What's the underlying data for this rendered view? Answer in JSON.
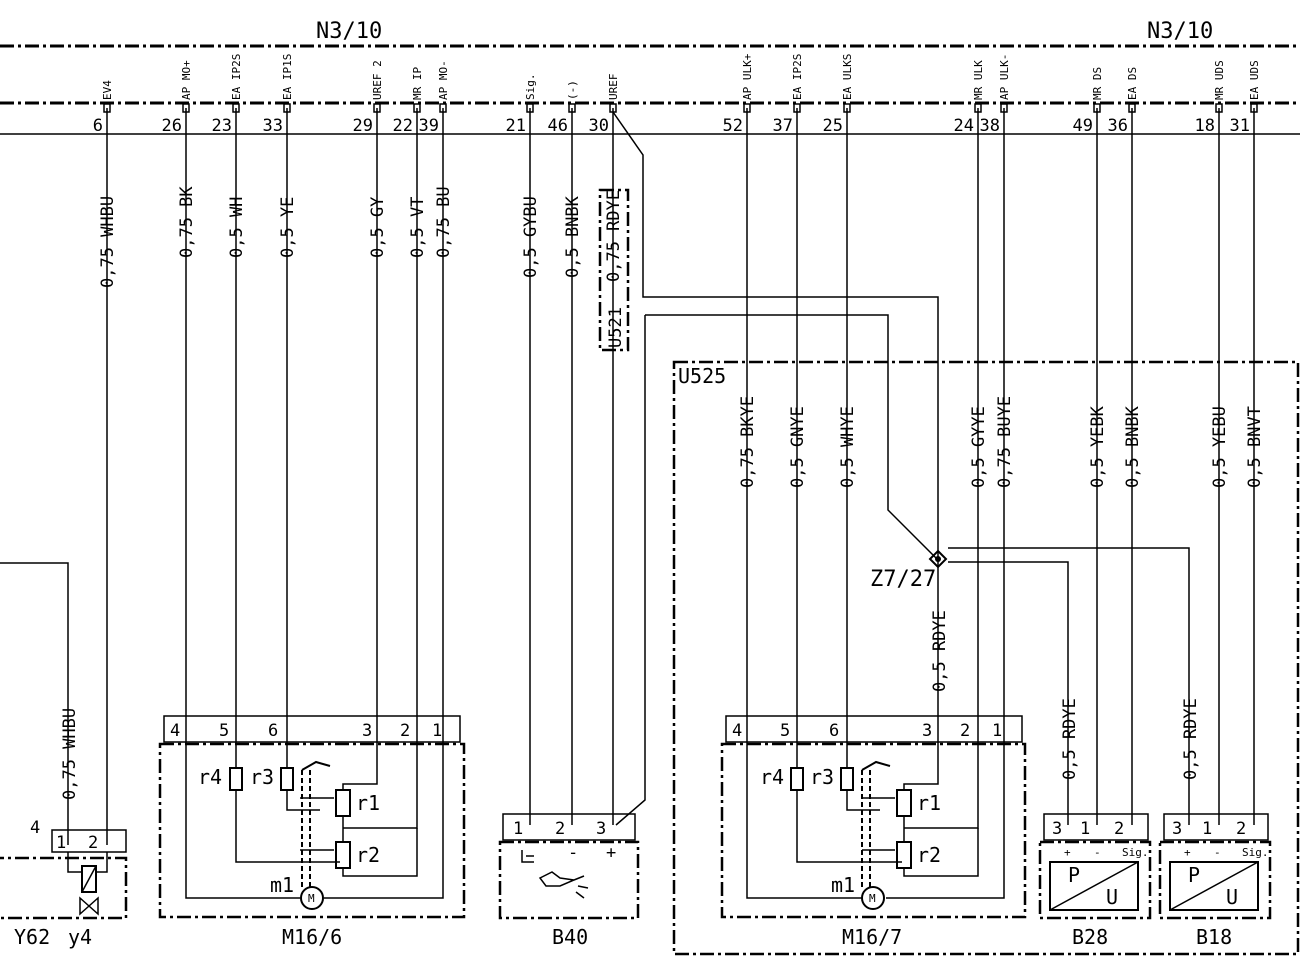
{
  "connectors": {
    "top_left_label": "N3/10",
    "top_right_label": "N3/10"
  },
  "pins": [
    {
      "num": "6",
      "signal": "EV4",
      "wire": "0,75 WHBU"
    },
    {
      "num": "26",
      "signal": "AP MO+",
      "wire": "0,75 BK"
    },
    {
      "num": "23",
      "signal": "EA IP2S",
      "wire": "0,5 WH"
    },
    {
      "num": "33",
      "signal": "EA IP1S",
      "wire": "0,5 YE"
    },
    {
      "num": "29",
      "signal": "UREF 2",
      "wire": "0,5 GY"
    },
    {
      "num": "22",
      "signal": "MR IP",
      "wire": "0,5 VT"
    },
    {
      "num": "39",
      "signal": "AP MO-",
      "wire": "0,75 BU"
    },
    {
      "num": "21",
      "signal": "Sig.",
      "wire": "0,5 GYBU"
    },
    {
      "num": "46",
      "signal": "(-)",
      "wire": "0,5 BNBK"
    },
    {
      "num": "30",
      "signal": "UREF",
      "wire": "0,75 RDYE"
    },
    {
      "num": "52",
      "signal": "AP ULK+",
      "wire": "0,75 BKYE"
    },
    {
      "num": "37",
      "signal": "EA IP2S",
      "wire": "0,5 GNYE"
    },
    {
      "num": "25",
      "signal": "EA ULKS",
      "wire": "0,5 WHYE"
    },
    {
      "num": "24",
      "signal": "MR ULK",
      "wire": "0,5 GYYE"
    },
    {
      "num": "38",
      "signal": "AP ULK-",
      "wire": "0,75 BUYE"
    },
    {
      "num": "49",
      "signal": "MR DS",
      "wire": "0,5 YEBK"
    },
    {
      "num": "36",
      "signal": "EA DS",
      "wire": "0,5 BNBK"
    },
    {
      "num": "18",
      "signal": "MR UDS",
      "wire": "0,5 YEBU"
    },
    {
      "num": "31",
      "signal": "EA UDS",
      "wire": "0,5 BNVT"
    }
  ],
  "harness": {
    "u521": "U521",
    "u525": "U525",
    "splice": "Z7/27",
    "splice_out_wire": "0,5 RDYE",
    "b28_wire": "0,5 RDYE",
    "b18_wire": "0,5 RDYE",
    "y62_wire": "0,75 WHBU",
    "y62_pin": "4"
  },
  "components": {
    "y62": {
      "label": "Y62",
      "sub": "y4",
      "pins": [
        "1",
        "2"
      ]
    },
    "m16_6": {
      "label": "M16/6",
      "pins": [
        "4",
        "5",
        "6",
        "3",
        "2",
        "1"
      ],
      "r4": "r4",
      "r3": "r3",
      "r1": "r1",
      "r2": "r2",
      "m1": "m1",
      "motor": "M"
    },
    "b40": {
      "label": "B40",
      "pins": [
        "1",
        "2",
        "3"
      ],
      "minus": "-",
      "plus": "+"
    },
    "m16_7": {
      "label": "M16/7",
      "pins": [
        "4",
        "5",
        "6",
        "3",
        "2",
        "1"
      ],
      "r4": "r4",
      "r3": "r3",
      "r1": "r1",
      "r2": "r2",
      "m1": "m1",
      "motor": "M"
    },
    "b28": {
      "label": "B28",
      "pins": [
        "3",
        "1",
        "2"
      ],
      "plus": "+",
      "minus": "-",
      "sig": "Sig.",
      "p": "P",
      "u": "U"
    },
    "b18": {
      "label": "B18",
      "pins": [
        "3",
        "1",
        "2"
      ],
      "plus": "+",
      "minus": "-",
      "sig": "Sig.",
      "p": "P",
      "u": "U"
    }
  }
}
